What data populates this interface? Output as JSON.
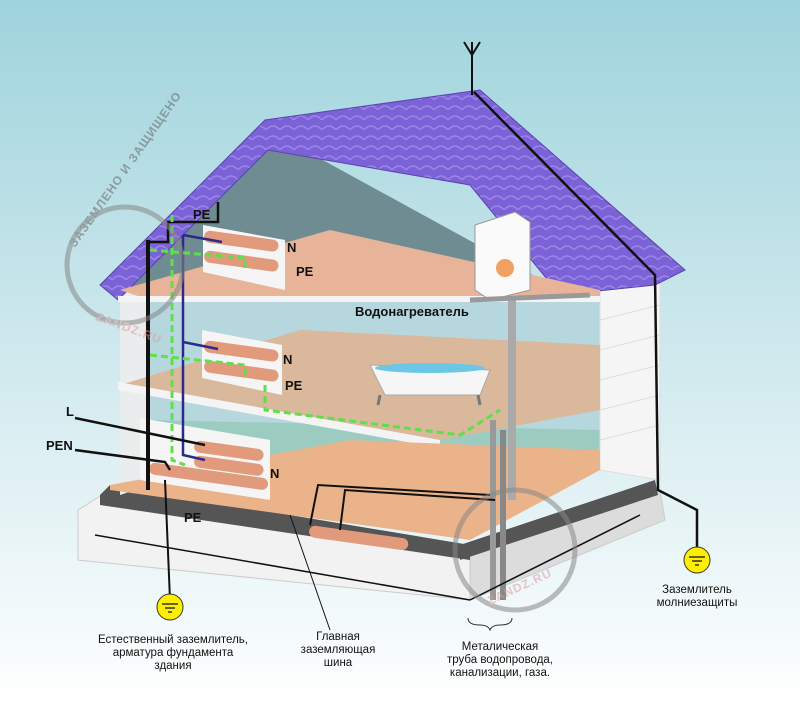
{
  "colors": {
    "sky_top": "#9fd3dc",
    "sky_bottom": "#ffffff",
    "roof": "#7b62d6",
    "gable": "#6e8c92",
    "wood": "#e7b49a",
    "wall": "#eef1f1",
    "pe_wire": "#5fe04a",
    "n_wire": "#2c2a8c",
    "ground_symbol": "#ffee00"
  },
  "labels": {
    "attic_pe_top": "PE",
    "attic_n": "N",
    "attic_pe": "PE",
    "water_heater": "Водонагреватель",
    "floor2_n": "N",
    "floor2_pe": "PE",
    "l": "L",
    "pen": "PEN",
    "floor1_n": "N",
    "floor1_pe": "PE"
  },
  "captions": {
    "natural_ground": [
      "Естественный заземлитель,",
      "арматура фундамента",
      "здания"
    ],
    "main_bus": [
      "Главная",
      "заземляющая",
      "шина"
    ],
    "metal_pipe": [
      "Металическая",
      "труба водопровода,",
      "канализации, газа."
    ],
    "lightning_ground": [
      "Заземлитель",
      "молниезащиты"
    ]
  },
  "watermark": {
    "arc_text": "ЗАЗЕМЛЕНО И ЗАЩИЩЕНО",
    "site": "ZANDZ.RU"
  },
  "icons": [
    "antenna-icon",
    "ground-symbol-icon",
    "bathtub-icon",
    "water-heater-icon"
  ]
}
